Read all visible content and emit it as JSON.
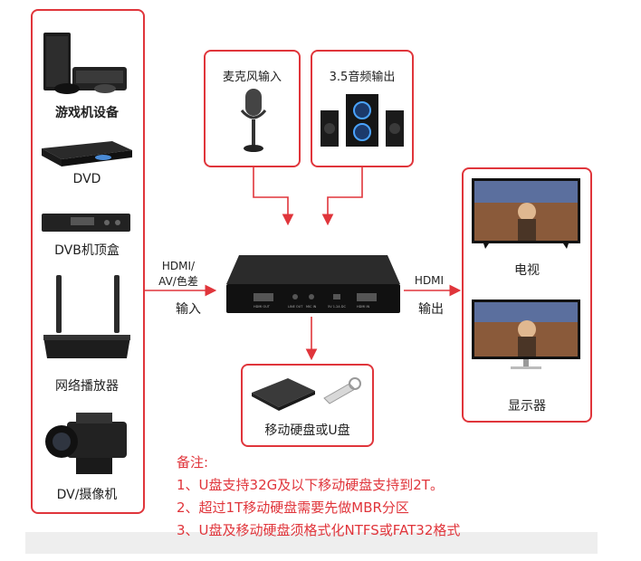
{
  "sources": [
    {
      "label": "游戏机设备",
      "icon": "game-console-icon"
    },
    {
      "label": "DVD",
      "icon": "dvd-player-icon"
    },
    {
      "label": "DVB机顶盒",
      "icon": "set-top-box-icon"
    },
    {
      "label": "网络播放器",
      "icon": "network-player-icon"
    },
    {
      "label": "DV/摄像机",
      "icon": "camcorder-icon"
    }
  ],
  "audio": {
    "mic_label": "麦克风输入",
    "speaker_label": "3.5音频输出"
  },
  "input_link": {
    "top": "HDMI/",
    "bottom": "AV/色差",
    "caption": "输入"
  },
  "output_link": {
    "top": "HDMI",
    "caption": "输出"
  },
  "device_ports": [
    "HDMI OUT",
    "LINE OUT",
    "MIC IN",
    "5V 1.2A DC",
    "HDMI IN"
  ],
  "storage_label": "移动硬盘或U盘",
  "displays": [
    {
      "label": "电视",
      "icon": "tv-icon"
    },
    {
      "label": "显示器",
      "icon": "monitor-icon"
    }
  ],
  "notes": {
    "title": "备注:",
    "lines": [
      "1、U盘支持32G及以下移动硬盘支持到2T。",
      "2、超过1T移动硬盘需要先做MBR分区",
      "3、U盘及移动硬盘须格式化NTFS或FAT32格式"
    ]
  },
  "colors": {
    "accent": "#e0353b"
  }
}
